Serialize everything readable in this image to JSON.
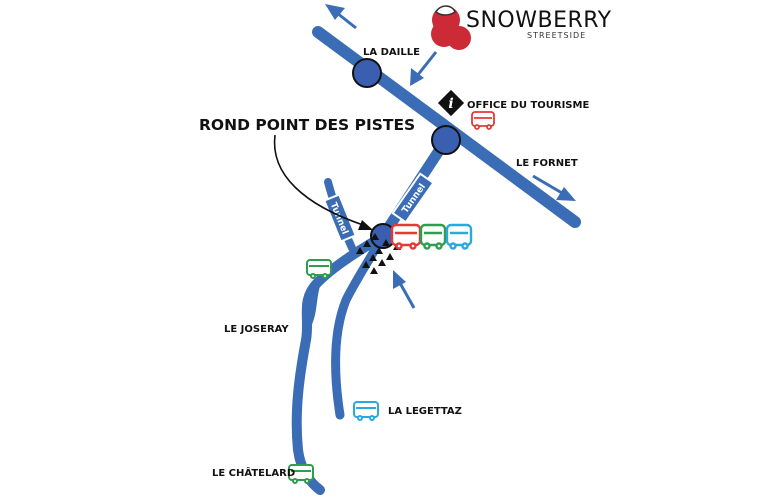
{
  "brand": {
    "name": "SNOWBERRY",
    "sub": "STREETSIDE"
  },
  "labels": {
    "la_daille": "LA DAILLE",
    "office": "OFFICE DU TOURISME",
    "le_fornet": "LE FORNET",
    "rond_point": "ROND POINT DES PISTES",
    "le_joseray": "LE JOSERAY",
    "la_legettaz": "LA LEGETTAZ",
    "le_chatelard": "LE CHÂTELARD",
    "tunnel": "Tunnel",
    "info": "i"
  },
  "colors": {
    "road": "#3a6db5",
    "roundabout": "#3a5fb0",
    "bus_red": "#e53935",
    "bus_green": "#2e9d4e",
    "bus_blue": "#29a9e0",
    "berry": "#cc2a36"
  }
}
